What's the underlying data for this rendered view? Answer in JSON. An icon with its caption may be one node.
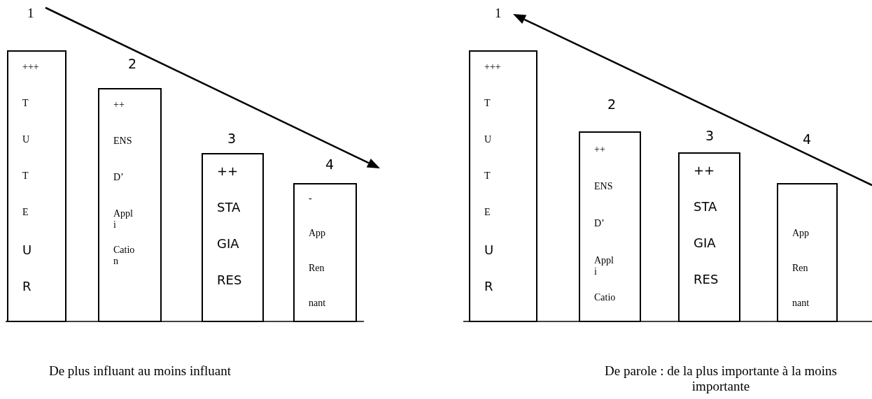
{
  "diagram": {
    "nodes": [
      {
        "text": [
          "+++",
          "T",
          "U",
          "T",
          "E",
          "U",
          "R"
        ],
        "beside": [
          "1"
        ]
      },
      {
        "text": [
          "++",
          "ENS",
          "D’",
          "Appl i",
          "Catio n"
        ],
        "beside": [
          "2"
        ]
      },
      {
        "text": [
          "++",
          "STA",
          "GIA",
          "RES"
        ],
        "beside": [
          "3"
        ]
      },
      {
        "text": [
          "-",
          "App",
          "Ren",
          "nant"
        ],
        "beside": [
          "4"
        ]
      },
      {
        "text": [
          "+++",
          "T",
          "U",
          "T",
          "E",
          "U",
          "R"
        ],
        "beside": [
          "1"
        ]
      },
      {
        "text": [
          "++",
          "ENS",
          "D’",
          "Appl i",
          "Catio"
        ],
        "beside": [
          "2"
        ]
      },
      {
        "text": [
          "++",
          "STA",
          "GIA",
          "RES"
        ],
        "beside": [
          "3"
        ]
      },
      {
        "text": [
          "App",
          "Ren",
          "nant"
        ],
        "beside": [
          "4"
        ]
      }
    ],
    "edges": [],
    "labels": [
      "De plus influant au moins influant",
      "De parole : de la plus importante à la moins importante"
    ]
  }
}
